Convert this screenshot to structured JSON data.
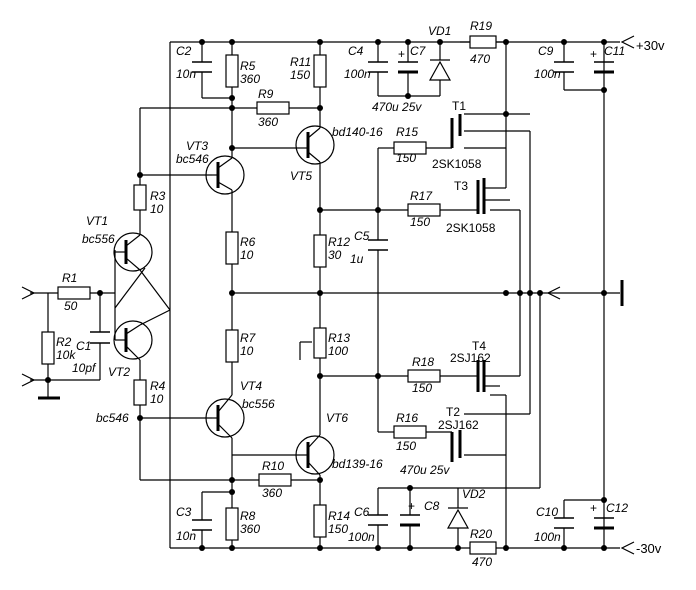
{
  "labels": {
    "c2": "C2",
    "c2v": "10n",
    "r5": "R5",
    "r5v": "360",
    "r11": "R11",
    "r11v": "150",
    "c4": "C4",
    "c4v": "100n",
    "c7": "C7",
    "c7v": "470u 25v",
    "vd1": "VD1",
    "r19": "R19",
    "r19v": "470",
    "c9": "C9",
    "c9v": "100n",
    "c11": "C11",
    "vplus": "+30v",
    "r9": "R9",
    "r9v": "360",
    "t1": "T1",
    "t1v": "2SK1058",
    "vt3": "VT3",
    "vt3v": "bc546",
    "vt5": "VT5",
    "vt5v": "bd140-16",
    "r15": "R15",
    "r15v": "150",
    "r3": "R3",
    "r3v": "10",
    "t3": "T3",
    "t3v": "2SK1058",
    "r17": "R17",
    "r17v": "150",
    "vt1": "VT1",
    "vt1v": "bc556",
    "r6": "R6",
    "r6v": "10",
    "r12": "R12",
    "r12v": "30",
    "c5": "C5",
    "c5v": "1u",
    "r1": "R1",
    "r1v": "50",
    "r2": "R2",
    "r2v": "10k",
    "c1": "C1",
    "c1v": "10pf",
    "r7": "R7",
    "r7v": "10",
    "r13": "R13",
    "r13v": "100",
    "t4": "T4",
    "t4v": "2SJ162",
    "r18": "R18",
    "r18v": "150",
    "vt2": "VT2",
    "vt2v": "bc546",
    "r4": "R4",
    "r4v": "10",
    "vt4": "VT4",
    "vt4v": "bc556",
    "t2": "T2",
    "t2v": "2SJ162",
    "r16": "R16",
    "r16v": "150",
    "vt6": "VT6",
    "vt6v": "bd139-16",
    "c8v": "470u 25v",
    "r10": "R10",
    "r10v": "360",
    "c3": "C3",
    "c3v": "10n",
    "r8": "R8",
    "r8v": "360",
    "r14": "R14",
    "r14v": "150",
    "c6": "C6",
    "c6v": "100n",
    "c8": "C8",
    "vd2": "VD2",
    "c10": "C10",
    "c10v": "100n",
    "c12": "C12",
    "r20": "R20",
    "r20v": "470",
    "vminus": "-30v",
    "plus": "+"
  }
}
